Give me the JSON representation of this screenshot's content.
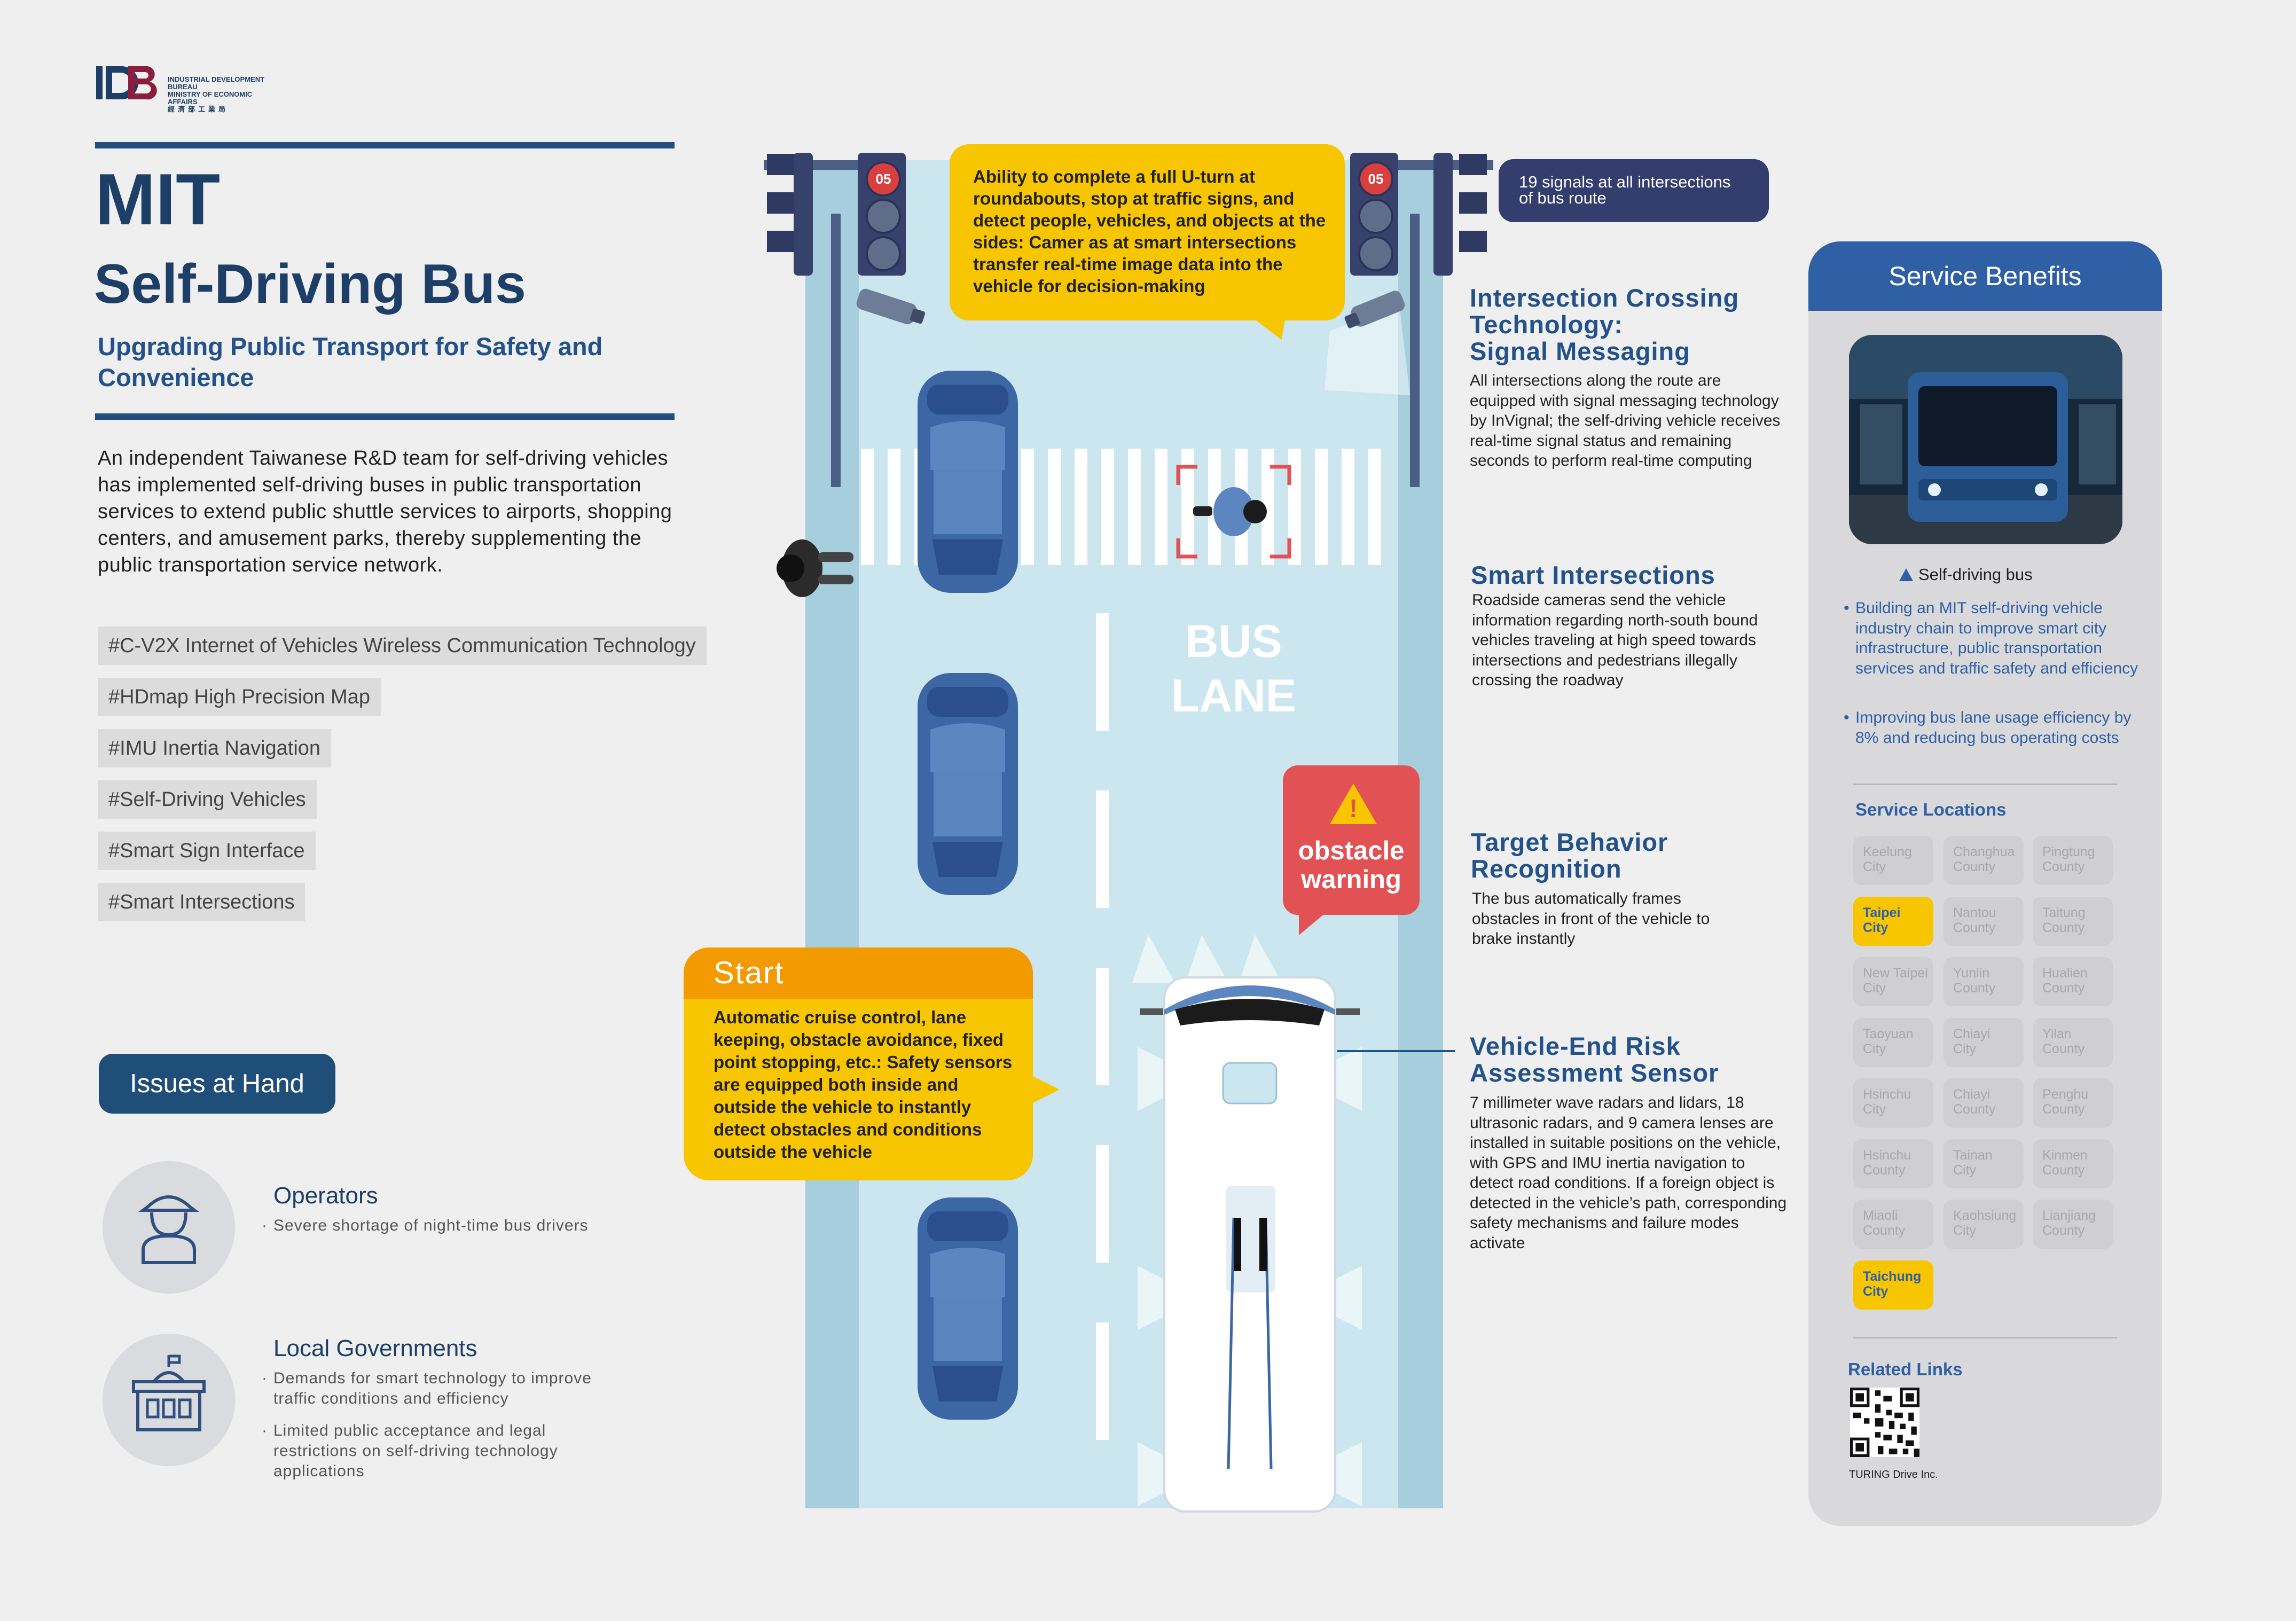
{
  "logo": {
    "mark": "IDB",
    "line1": "INDUSTRIAL DEVELOPMENT BUREAU",
    "line2": "MINISTRY OF ECONOMIC AFFAIRS",
    "line3": "經濟部工業局"
  },
  "title": {
    "line1": "MIT",
    "line2": "Self-Driving Bus"
  },
  "subtitle": "Upgrading Public Transport for Safety and Convenience",
  "intro": "An independent Taiwanese R&D team for self-driving vehicles has implemented self-driving buses in public transportation services to extend public shuttle services to airports, shopping centers, and amusement parks, thereby supplementing the public transportation service network.",
  "tags": [
    "#C-V2X Internet of Vehicles Wireless Communication Technology",
    "#HDmap High Precision Map",
    "#IMU Inertia Navigation",
    "#Self-Driving Vehicles",
    "#Smart Sign Interface",
    "#Smart Intersections"
  ],
  "issues": {
    "label": "Issues at Hand",
    "operators": {
      "title": "Operators",
      "points": [
        "Severe shortage of night-time bus drivers"
      ]
    },
    "governments": {
      "title": "Local Governments",
      "points": [
        "Demands for smart technology to improve traffic conditions and efficiency",
        "Limited public acceptance and legal restrictions on self-driving technology applications"
      ]
    }
  },
  "scene": {
    "bus_lane": [
      "BUS",
      "LANE"
    ],
    "signal_counter": "05",
    "top_callout": "Ability to complete a full U-turn at roundabouts, stop at traffic signs, and detect people, vehicles, and objects at the sides: Camer as at smart intersections transfer real-time image data into the vehicle for decision-making",
    "signals_pill": [
      "19 signals at all intersections",
      "of bus route"
    ],
    "start": {
      "title": "Start",
      "text": "Automatic cruise control, lane keeping, obstacle avoidance, fixed point stopping, etc.: Safety sensors are equipped both inside and outside the vehicle to instantly detect obstacles and conditions outside the vehicle"
    },
    "obstacle": {
      "icon": "!",
      "line1": "obstacle",
      "line2": "warning"
    }
  },
  "sections": [
    {
      "title": [
        "Intersection Crossing",
        "Technology:",
        "Signal Messaging"
      ],
      "text": "All intersections along the route are equipped with signal messaging technology by InVignal; the self-driving vehicle receives real-time signal status and remaining seconds to perform real-time computing"
    },
    {
      "title": [
        "Smart Intersections"
      ],
      "text": "Roadside cameras send the vehicle information regarding north-south bound vehicles traveling at high speed towards intersections and pedestrians illegally crossing the roadway"
    },
    {
      "title": [
        "Target Behavior",
        "Recognition"
      ],
      "text": "The bus automatically frames obstacles in front of the vehicle to brake instantly"
    },
    {
      "title": [
        "Vehicle-End Risk",
        "Assessment Sensor"
      ],
      "text": "7 millimeter wave radars and lidars, 18 ultrasonic radars, and 9 camera lenses are installed in suitable positions on the vehicle,  with GPS and IMU inertia navigation to detect road conditions. If a foreign object is detected in the vehicle’s path, corresponding safety mechanisms and failure modes activate"
    }
  ],
  "benefits": {
    "title": "Service Benefits",
    "photo_caption": "Self-driving bus",
    "points": [
      "Building an MIT self-driving vehicle industry chain to improve smart city infrastructure, public transportation services and traffic safety and efficiency",
      "Improving bus lane usage efficiency by 8% and reducing bus operating costs"
    ],
    "locations_title": "Service Locations",
    "locations": [
      [
        "Keelung",
        "City"
      ],
      [
        "Changhua",
        "County"
      ],
      [
        "Pingtung",
        "County"
      ],
      [
        "Taipei",
        "City"
      ],
      [
        "Nantou",
        "County"
      ],
      [
        "Taitung",
        "County"
      ],
      [
        "New Taipei",
        "City"
      ],
      [
        "Yunlin",
        "County"
      ],
      [
        "Hualien",
        "County"
      ],
      [
        "Taoyuan",
        "City"
      ],
      [
        "Chiayi",
        "City"
      ],
      [
        "Yilan",
        "County"
      ],
      [
        "Hsinchu",
        "City"
      ],
      [
        "Chiayi",
        "County"
      ],
      [
        "Penghu",
        "County"
      ],
      [
        "Hsinchu",
        "County"
      ],
      [
        "Tainan",
        "City"
      ],
      [
        "Kinmen",
        "County"
      ],
      [
        "Miaoli",
        "County"
      ],
      [
        "Kaohsiung",
        "City"
      ],
      [
        "Lianjiang",
        "County"
      ],
      [
        "Taichung",
        "City"
      ]
    ],
    "active_locations": [
      "Taipei",
      "Taichung"
    ],
    "links_title": "Related Links",
    "qr_caption": "TURING Drive Inc."
  },
  "colors": {
    "navy": "#1d3e67",
    "accent_blue": "#2f60a6",
    "yellow": "#f7c600",
    "orange": "#f29a00",
    "red": "#e25254"
  }
}
